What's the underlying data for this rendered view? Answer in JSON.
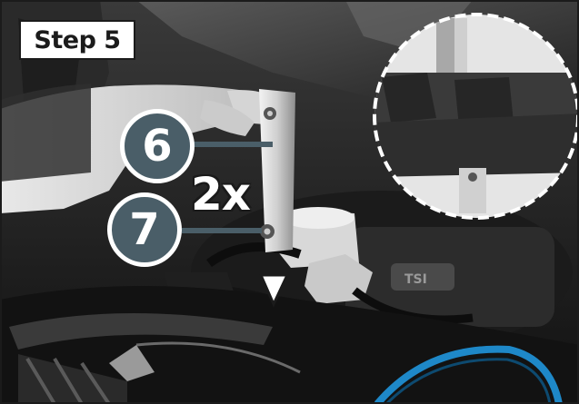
{
  "step": {
    "label": "Step 5"
  },
  "callouts": [
    {
      "number": "6"
    },
    {
      "number": "7"
    }
  ],
  "multiplier": "2x",
  "colors": {
    "callout_fill": "#4a5e68",
    "frame_border": "#1b1b1b",
    "accent_ring": "#1e88c8"
  },
  "icons": {
    "arrow": "down-arrow-icon",
    "inset": "magnified-detail-inset"
  }
}
